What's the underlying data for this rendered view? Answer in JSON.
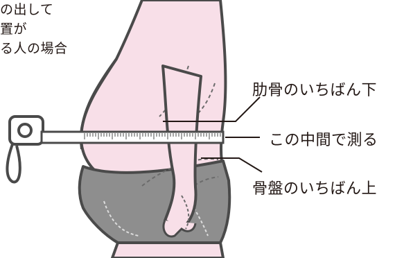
{
  "caption": {
    "lines": [
      "の出して",
      "置が",
      "る人の場合"
    ]
  },
  "labels": {
    "rib_bottom": "肋骨のいちばん下",
    "midpoint": "この中間で測る",
    "pelvis_top": "骨盤のいちばん上"
  },
  "colors": {
    "skin": "#f8dfe8",
    "underwear": "#8e8e8e",
    "outline": "#4a4a4a",
    "tape": "#ffffff",
    "text": "#231815"
  }
}
